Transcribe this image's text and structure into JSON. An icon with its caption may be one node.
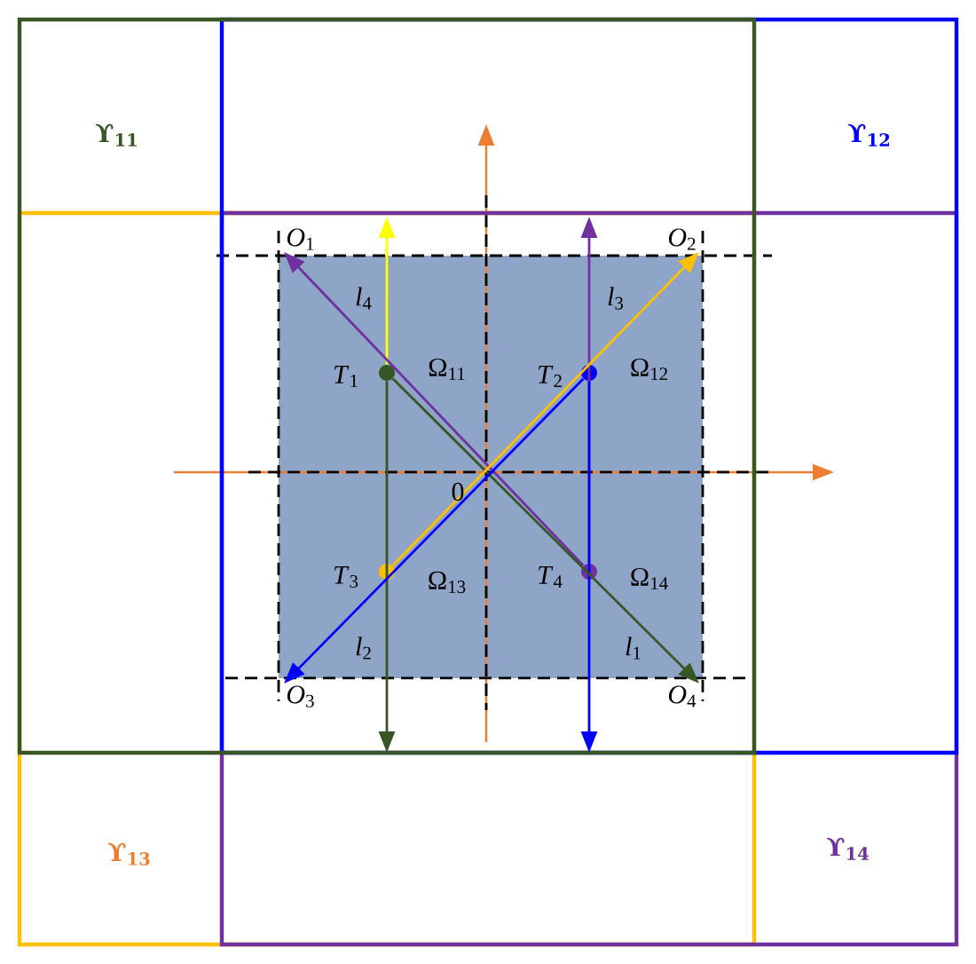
{
  "diagram": {
    "nodes": [
      {
        "text": [
          "*T*$_{1}$"
        ]
      },
      {
        "text": [
          "*T*$_{2}$"
        ]
      },
      {
        "text": [
          "*T*$_{3}$"
        ]
      },
      {
        "text": [
          "*T*$_{4}$"
        ]
      },
      {
        "text": [
          "*O*$_{1}$"
        ]
      },
      {
        "text": [
          "*O*$_{2}$"
        ]
      },
      {
        "text": [
          "*O*$_{3}$"
        ]
      },
      {
        "text": [
          "*O*$_{4}$"
        ]
      }
    ],
    "edges": [
      {
        "from": 0,
        "to": null,
        "arrow": "to",
        "color": "#ffff00"
      },
      {
        "from": 0,
        "to": null,
        "arrow": "to",
        "color": "#375623"
      },
      {
        "from": 3,
        "to": null,
        "arrow": "to",
        "color": "#7030a0"
      },
      {
        "from": 1,
        "to": null,
        "arrow": "to",
        "color": "#0000ff"
      },
      {
        "from": 3,
        "to": 4,
        "arrow": "to",
        "color": "#7030a0"
      },
      {
        "from": 0,
        "to": 7,
        "arrow": "to",
        "color": "#375623"
      },
      {
        "from": 2,
        "to": 5,
        "arrow": "to",
        "color": "#ffc000"
      },
      {
        "from": 1,
        "to": 6,
        "arrow": "to",
        "color": "#0000ff"
      }
    ],
    "labels": [
      "ϒ$_{11}$",
      "ϒ$_{12}$",
      "*l*$_{4}$",
      "*l*$_{3}$",
      "Ω$_{11}$",
      "Ω$_{12}$",
      "0",
      "Ω$_{13}$",
      "Ω$_{14}$",
      "*l*$_{2}$",
      "*l*$_{1}$",
      "ϒ$_{13}$",
      "ϒ$_{14}$"
    ]
  }
}
